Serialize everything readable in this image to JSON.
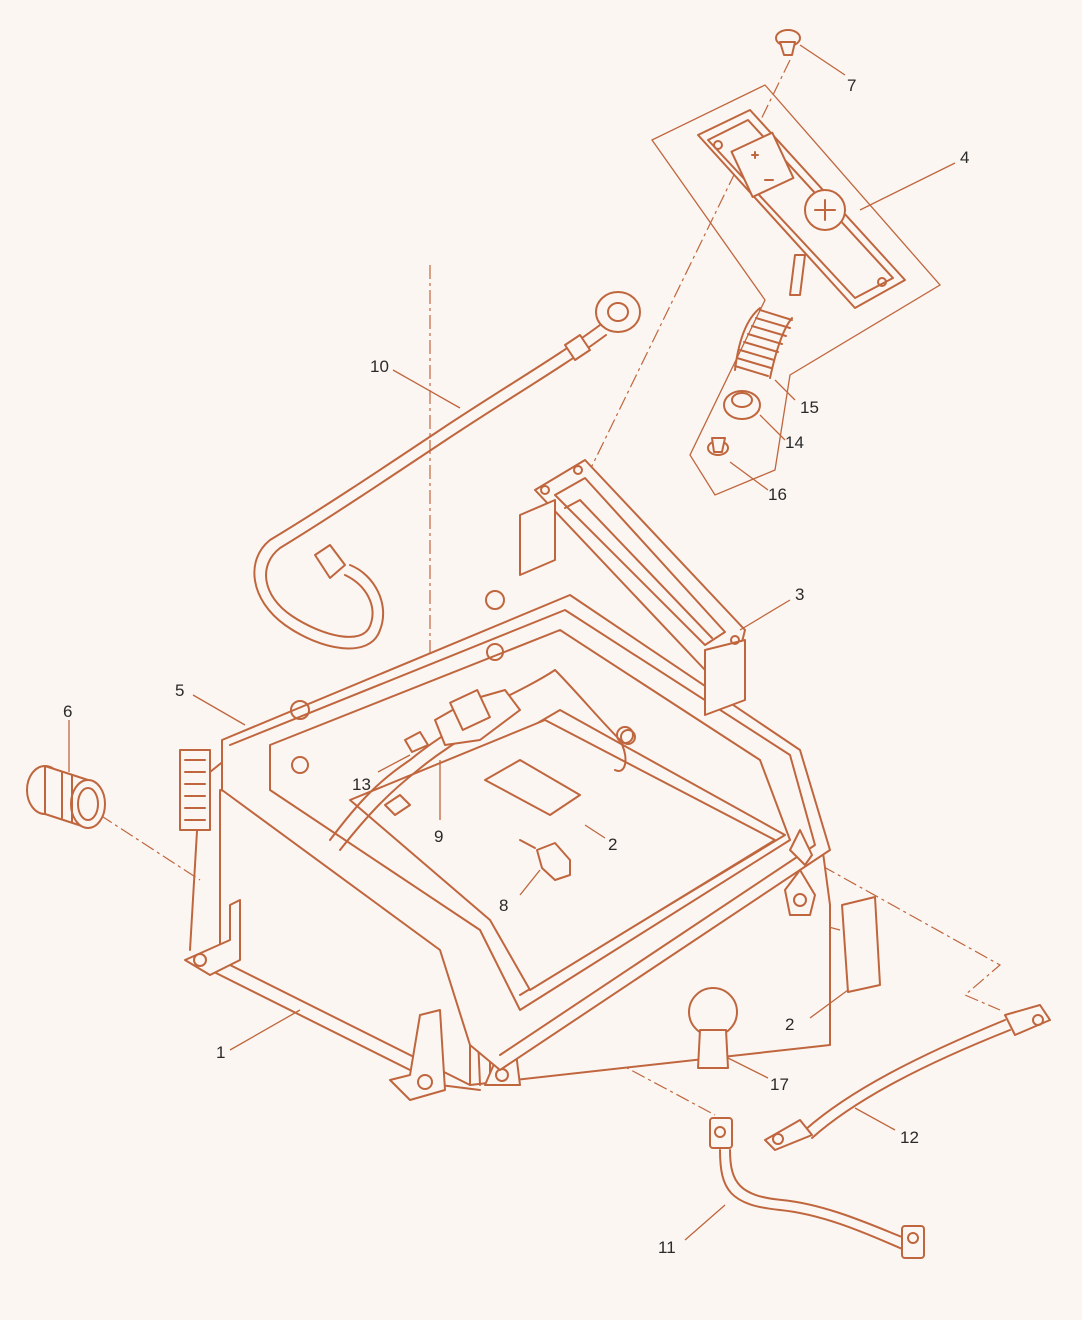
{
  "colors": {
    "line": "#c0663e",
    "background": "#fbf6f2",
    "label": "#2a2a2a"
  },
  "callouts": [
    {
      "id": "c1",
      "text": "1"
    },
    {
      "id": "c2a",
      "text": "2"
    },
    {
      "id": "c2b",
      "text": "2"
    },
    {
      "id": "c3",
      "text": "3"
    },
    {
      "id": "c4",
      "text": "4"
    },
    {
      "id": "c5",
      "text": "5"
    },
    {
      "id": "c6",
      "text": "6"
    },
    {
      "id": "c7",
      "text": "7"
    },
    {
      "id": "c8",
      "text": "8"
    },
    {
      "id": "c9",
      "text": "9"
    },
    {
      "id": "c10",
      "text": "10"
    },
    {
      "id": "c11",
      "text": "11"
    },
    {
      "id": "c12",
      "text": "12"
    },
    {
      "id": "c13",
      "text": "13"
    },
    {
      "id": "c14",
      "text": "14"
    },
    {
      "id": "c15",
      "text": "15"
    },
    {
      "id": "c16",
      "text": "16"
    },
    {
      "id": "c17",
      "text": "17"
    }
  ]
}
